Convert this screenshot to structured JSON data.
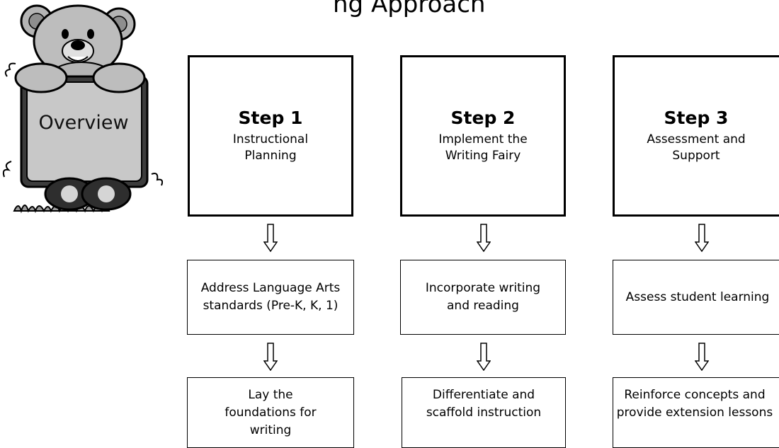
{
  "page": {
    "title": "ng Approach"
  },
  "mascot": {
    "sign_label": "Overview"
  },
  "steps": [
    {
      "number": "Step 1",
      "name_line1": "Instructional",
      "name_line2": "Planning",
      "items": [
        "Address Language Arts standards (Pre-K, K, 1)",
        "Lay the foundations for writing"
      ]
    },
    {
      "number": "Step 2",
      "name_line1": "Implement the",
      "name_line2": "Writing Fairy",
      "items": [
        "Incorporate writing and reading",
        "Differentiate and scaffold instruction"
      ]
    },
    {
      "number": "Step 3",
      "name_line1": "Assessment and",
      "name_line2": "Support",
      "items": [
        "Assess student learning",
        "Reinforce concepts and provide extension lessons"
      ]
    }
  ],
  "colors": {
    "line": "#000000",
    "background": "#ffffff",
    "sign_fill": "#c8c8c8"
  }
}
